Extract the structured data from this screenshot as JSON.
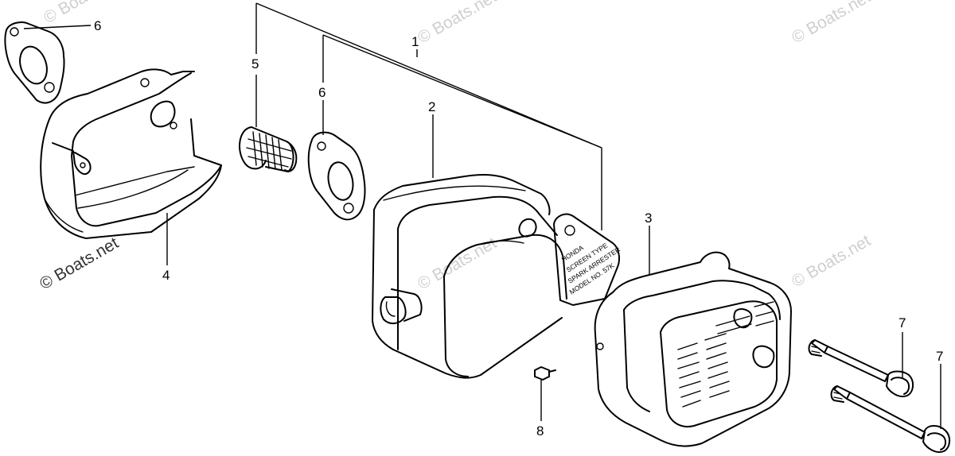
{
  "callouts": {
    "c1": "1",
    "c2": "2",
    "c3": "3",
    "c4": "4",
    "c5": "5",
    "c6_left": "6",
    "c6_mid": "6",
    "c7_a": "7",
    "c7_b": "7",
    "c8": "8"
  },
  "watermark": {
    "text": "© Boats.net"
  },
  "nameplate": {
    "line1": "HONDA",
    "line2": "SCREEN TYPE",
    "line3": "SPARK ARRESTER",
    "line4": "MODEL NO. 57K"
  }
}
